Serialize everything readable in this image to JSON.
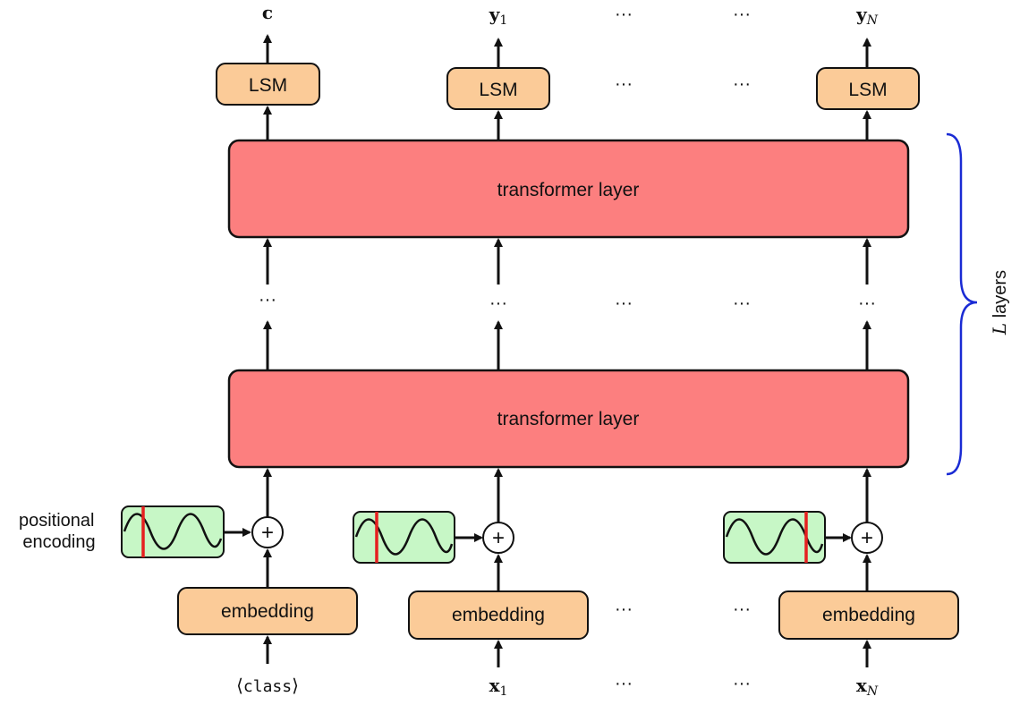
{
  "outputs": {
    "class_out": "c",
    "y1": "y",
    "y1_sub": "1",
    "yN": "y",
    "yN_sub": "N"
  },
  "inputs": {
    "class_open": "⟨",
    "class_token": "class",
    "class_close": "⟩",
    "x1": "x",
    "x1_sub": "1",
    "xN": "x",
    "xN_sub": "N"
  },
  "blocks": {
    "lsm_label": "LSM",
    "transformer_label": "transformer layer",
    "embedding_label": "embedding",
    "plus_symbol": "+"
  },
  "labels": {
    "positional_line1": "positional",
    "positional_line2": "encoding",
    "layers_var": "L",
    "layers_word": " layers",
    "ellipsis": "···"
  },
  "colors": {
    "lsm_fill": "#fbcb98",
    "transformer_fill": "#fc7f7f",
    "embedding_fill": "#fbcb98",
    "posenc_fill": "#c7f7c6",
    "posenc_marker": "#e62020",
    "brace": "#1a2bd4",
    "stroke": "#111111"
  }
}
